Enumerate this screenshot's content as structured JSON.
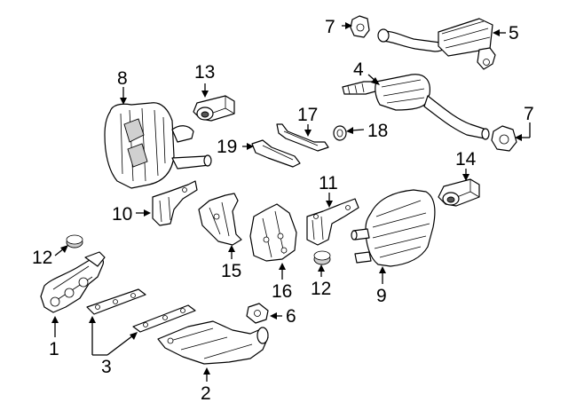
{
  "callouts": {
    "c1": "1",
    "c2": "2",
    "c3": "3",
    "c4": "4",
    "c5": "5",
    "c6": "6",
    "c7a": "7",
    "c7b": "7",
    "c8": "8",
    "c9": "9",
    "c10": "10",
    "c11": "11",
    "c12a": "12",
    "c12b": "12",
    "c13": "13",
    "c14": "14",
    "c15": "15",
    "c16": "16",
    "c17": "17",
    "c18": "18",
    "c19": "19"
  },
  "colors": {
    "line": "#000000",
    "background": "#ffffff",
    "shade": "#d0d0d0"
  }
}
